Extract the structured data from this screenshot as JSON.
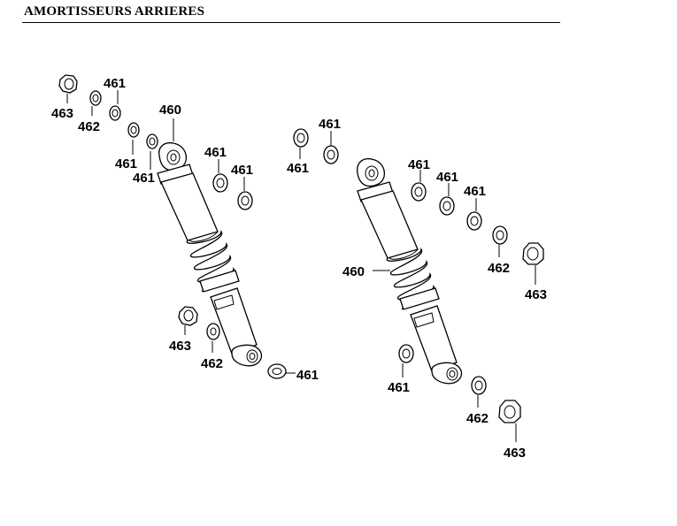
{
  "page": {
    "title": "AMORTISSEURS ARRIERES"
  },
  "left_assembly": {
    "callouts": {
      "top_nut": "463",
      "top_washer_a": "462",
      "top_washer_b": "461",
      "top_washer_c": "461",
      "top_washer_d": "461",
      "shock_absorber": "460",
      "bushing_washer_a": "461",
      "bushing_washer_b": "461",
      "bottom_nut": "463",
      "bottom_washer": "462",
      "bottom_right_washer": "461"
    }
  },
  "right_assembly": {
    "callouts": {
      "top_washer_a": "461",
      "top_washer_b": "461",
      "washer_c": "461",
      "washer_d": "461",
      "washer_e": "461",
      "washer_462": "462",
      "nut_463_upper": "463",
      "shock_absorber": "460",
      "lower_washer": "461",
      "bottom_washer": "462",
      "bottom_nut": "463"
    }
  }
}
